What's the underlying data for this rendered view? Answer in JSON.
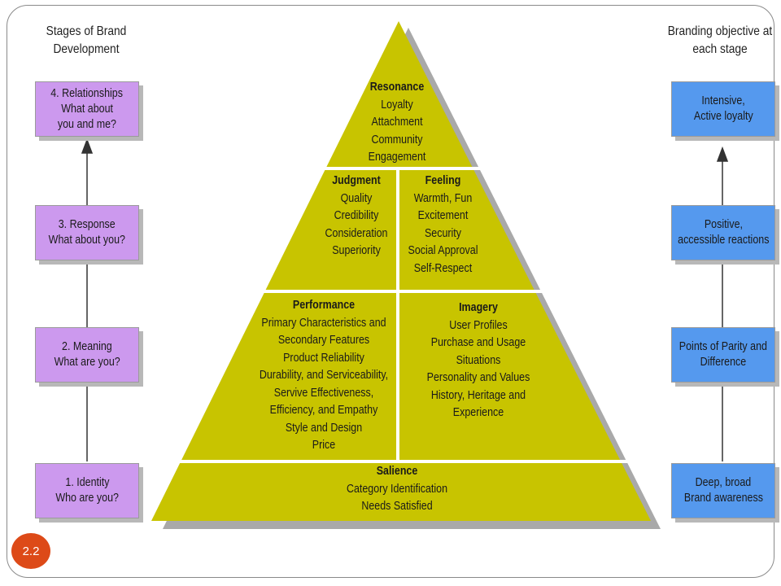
{
  "left_header": [
    "Stages of Brand",
    "Development"
  ],
  "right_header": [
    "Branding objective at",
    "each stage"
  ],
  "stages": [
    {
      "lines": [
        "4. Relationships",
        "What about",
        "you and me?"
      ]
    },
    {
      "lines": [
        "3. Response",
        "What about you?"
      ]
    },
    {
      "lines": [
        "2. Meaning",
        "What are you?"
      ]
    },
    {
      "lines": [
        "1. Identity",
        "Who are you?"
      ]
    }
  ],
  "objectives": [
    {
      "lines": [
        "Intensive,",
        "Active loyalty"
      ]
    },
    {
      "lines": [
        "Positive,",
        "accessible reactions"
      ]
    },
    {
      "lines": [
        "Points of Parity and",
        "Difference"
      ]
    },
    {
      "lines": [
        "Deep, broad",
        "Brand awareness"
      ]
    }
  ],
  "pyramid": {
    "resonance": {
      "title": "Resonance",
      "items": [
        "Loyalty",
        "Attachment",
        "Community",
        "Engagement"
      ]
    },
    "judgment": {
      "title": "Judgment",
      "items": [
        "Quality",
        "Credibility",
        "Consideration",
        "Superiority"
      ]
    },
    "feeling": {
      "title": "Feeling",
      "items": [
        "Warmth, Fun",
        "Excitement",
        "Security",
        "Social Approval",
        "Self-Respect"
      ]
    },
    "performance": {
      "title": "Performance",
      "items": [
        "Primary Characteristics and",
        "Secondary Features",
        "Product Reliability",
        "Durability, and Serviceability,",
        "Servive Effectiveness,",
        "Efficiency, and Empathy",
        "Style and Design",
        "Price"
      ]
    },
    "imagery": {
      "title": "Imagery",
      "items": [
        "User Profiles",
        "Purchase and Usage",
        "Situations",
        "Personality and Values",
        "History, Heritage and",
        "Experience"
      ]
    },
    "salience": {
      "title": "Salience",
      "items": [
        "Category Identification",
        "Needs Satisfied"
      ]
    }
  },
  "colors": {
    "pyramid_fill": "#c8c400",
    "pyramid_shadow": "#a9a9a9",
    "stage_box": "#cc99ee",
    "objective_box": "#5599ee",
    "badge": "#dd4a18"
  },
  "slide_number": "2.2"
}
